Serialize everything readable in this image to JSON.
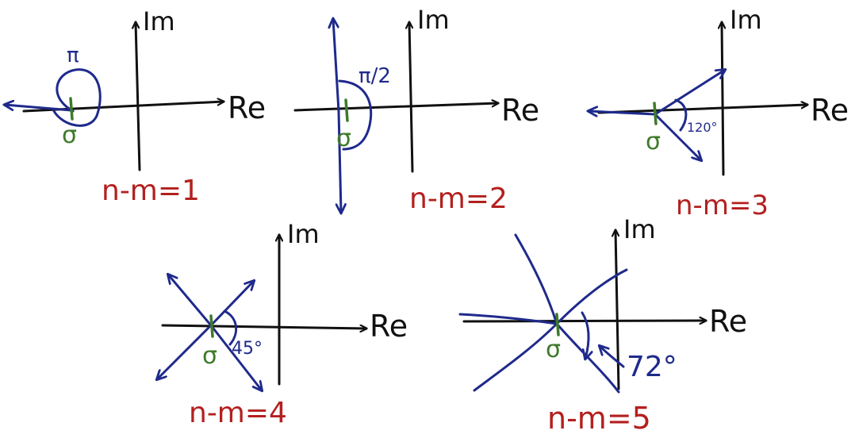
{
  "colors": {
    "axis": "#111111",
    "asymptote": "#1f2a8c",
    "centroid": "#3e7a2a",
    "caption": "#b3201f"
  },
  "axis_labels": {
    "real": "Re",
    "imag": "Im"
  },
  "centroid_symbol": "σ",
  "panels": [
    {
      "id": "p1",
      "caption": "n-m=1",
      "angle_label": "π"
    },
    {
      "id": "p2",
      "caption": "n-m=2",
      "angle_label": "π/2"
    },
    {
      "id": "p3",
      "caption": "n-m=3",
      "angle_label": "120°"
    },
    {
      "id": "p4",
      "caption": "n-m=4",
      "angle_label": "45°"
    },
    {
      "id": "p5",
      "caption": "n-m=5",
      "angle_label": "72°"
    }
  ]
}
